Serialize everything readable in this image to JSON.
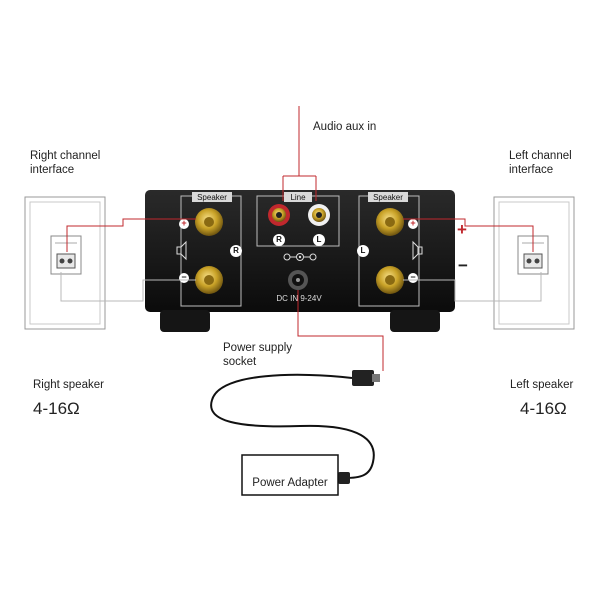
{
  "labels": {
    "audio_aux_in": "Audio aux in",
    "right_channel_interface": "Right channel interface",
    "left_channel_interface": "Left channel interface",
    "power_supply_socket": "Power supply socket",
    "right_speaker": "Right speaker",
    "left_speaker": "Left speaker",
    "right_impedance": "4-16Ω",
    "left_impedance": "4-16Ω",
    "power_adapter": "Power Adapter"
  },
  "amplifier": {
    "speaker_left_panel": "Speaker",
    "speaker_right_panel": "Speaker",
    "line_panel": "Line",
    "channel_r": "R",
    "channel_l": "L",
    "dc_in": "DC IN 9-24V"
  },
  "polarity": {
    "plus": "+",
    "minus": "−"
  },
  "colors": {
    "wire_positive": "#c0282d",
    "wire_negative": "#b9b9b9",
    "amp_body": "#111111",
    "gold_terminal": "#c9a227"
  }
}
